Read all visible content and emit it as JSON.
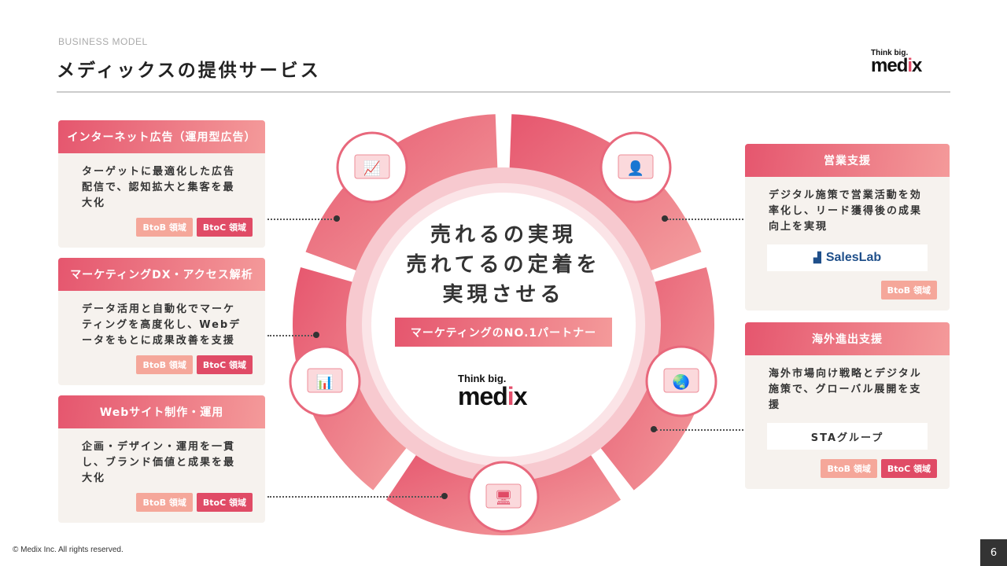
{
  "header": {
    "eyebrow": "BUSINESS MODEL",
    "title": "メディックスの提供サービス"
  },
  "logo": {
    "tagline": "Think big.",
    "name_pre": "med",
    "name_i": "i",
    "name_post": "x"
  },
  "center": {
    "line1": "売れるの実現",
    "line2": "売れてるの定着を",
    "line3": "実現させる",
    "badge": "マーケティングのNO.1パートナー"
  },
  "colors": {
    "accent": "#e04b66",
    "light": "#f5a79a",
    "card_bg": "#f6f2ee"
  },
  "services": [
    {
      "title": "インターネット広告（運用型広告）",
      "desc": "ターゲットに最適化した広告配信で、認知拡大と集客を最大化",
      "tags": [
        "BtoB 領域",
        "BtoC 領域"
      ],
      "icon": "ad-laptop-icon"
    },
    {
      "title": "マーケティングDX・アクセス解析",
      "desc": "データ活用と自動化でマーケティングを高度化し、Webデータをもとに成果改善を支援",
      "tags": [
        "BtoB 領域",
        "BtoC 領域"
      ],
      "icon": "analytics-cloud-icon"
    },
    {
      "title": "Webサイト制作・運用",
      "desc": "企画・デザイン・運用を一貫し、ブランド価値と成果を最大化",
      "tags": [
        "BtoB 領域",
        "BtoC 領域"
      ],
      "icon": "web-design-icon"
    },
    {
      "title": "営業支援",
      "desc": "デジタル施策で営業活動を効率化し、リード獲得後の成果向上を実現",
      "brand": "SalesLab",
      "tags": [
        "BtoB 領域"
      ],
      "icon": "sales-growth-icon"
    },
    {
      "title": "海外進出支援",
      "desc": "海外市場向け戦略とデジタル施策で、グローバル展開を支援",
      "brand": "STAグループ",
      "tags": [
        "BtoB 領域",
        "BtoC 領域"
      ],
      "icon": "global-expansion-icon"
    }
  ],
  "footer": {
    "copyright": "© Medix Inc. All rights reserved.",
    "page": "6"
  }
}
